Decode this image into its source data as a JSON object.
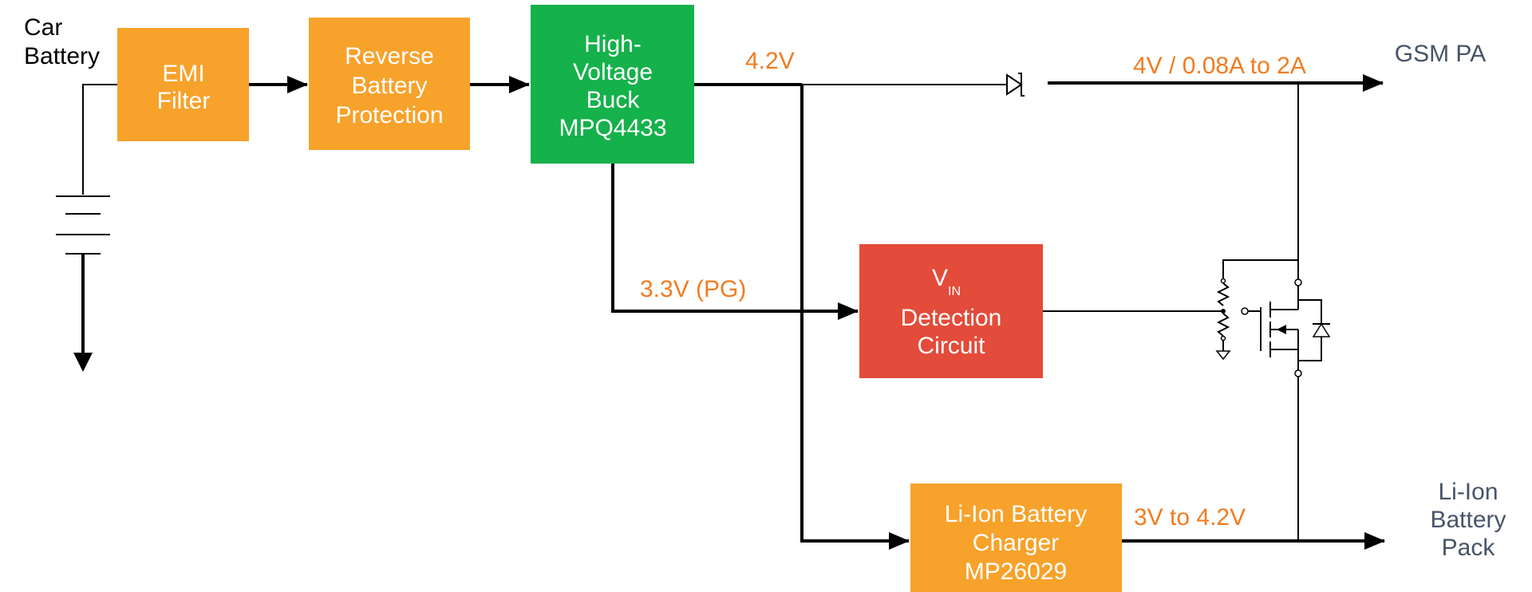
{
  "colors": {
    "orange_block": "#f7a22b",
    "green_block": "#15b14b",
    "red_block": "#e34b3a",
    "voltage_label": "#f07c22",
    "output_label": "#475468"
  },
  "input": {
    "line1": "Car",
    "line2": "Battery"
  },
  "blocks": {
    "emi": {
      "line1": "EMI",
      "line2": "Filter"
    },
    "reverse": {
      "line1": "Reverse",
      "line2": "Battery",
      "line3": "Protection"
    },
    "buck": {
      "line1": "High-",
      "line2": "Voltage",
      "line3": "Buck",
      "line4": "MPQ4433"
    },
    "detect": {
      "v": "V",
      "sub": "IN",
      "line2": "Detection",
      "line3": "Circuit"
    },
    "charger": {
      "line1": "Li-Ion Battery",
      "line2": "Charger",
      "line3": "MP26029"
    }
  },
  "labels": {
    "v42": "4.2V",
    "vgsm": "4V / 0.08A to 2A",
    "pg": "3.3V (PG)",
    "vbatt": "3V to 4.2V"
  },
  "outputs": {
    "gsm": "GSM PA",
    "liion_l1": "Li-Ion",
    "liion_l2": "Battery",
    "liion_l3": "Pack"
  }
}
